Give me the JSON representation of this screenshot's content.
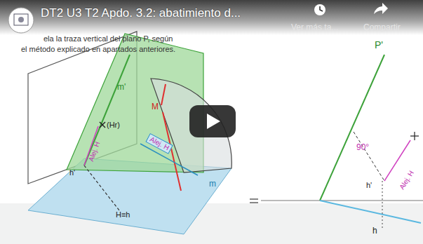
{
  "diagram": {
    "title": "DT2 U3 T2 Apdo. 3.2: abatimiento d...",
    "labels": [
      "Ver más ta...",
      "Compartir",
      "ela la traza vertical del plano P, según",
      "el método explicado en apartados anteriores.",
      "m'",
      "(Hr)",
      "Alej. H",
      "M",
      "Alej. H",
      "m",
      "h'",
      "H≡h",
      "P'",
      "90°",
      "h'",
      "Alej. H",
      "h"
    ]
  }
}
